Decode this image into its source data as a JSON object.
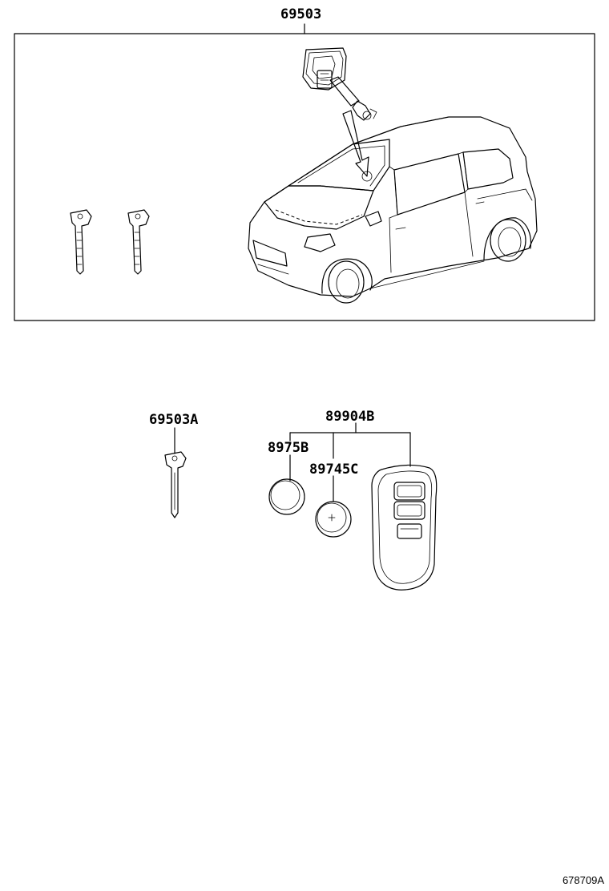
{
  "labels": {
    "main_assembly": "69503",
    "key_blank": "69503A",
    "transmitter": "89904B",
    "battery_1": "8975B",
    "battery_2": "89745C"
  },
  "footer": {
    "illustration_id": "678709A"
  }
}
